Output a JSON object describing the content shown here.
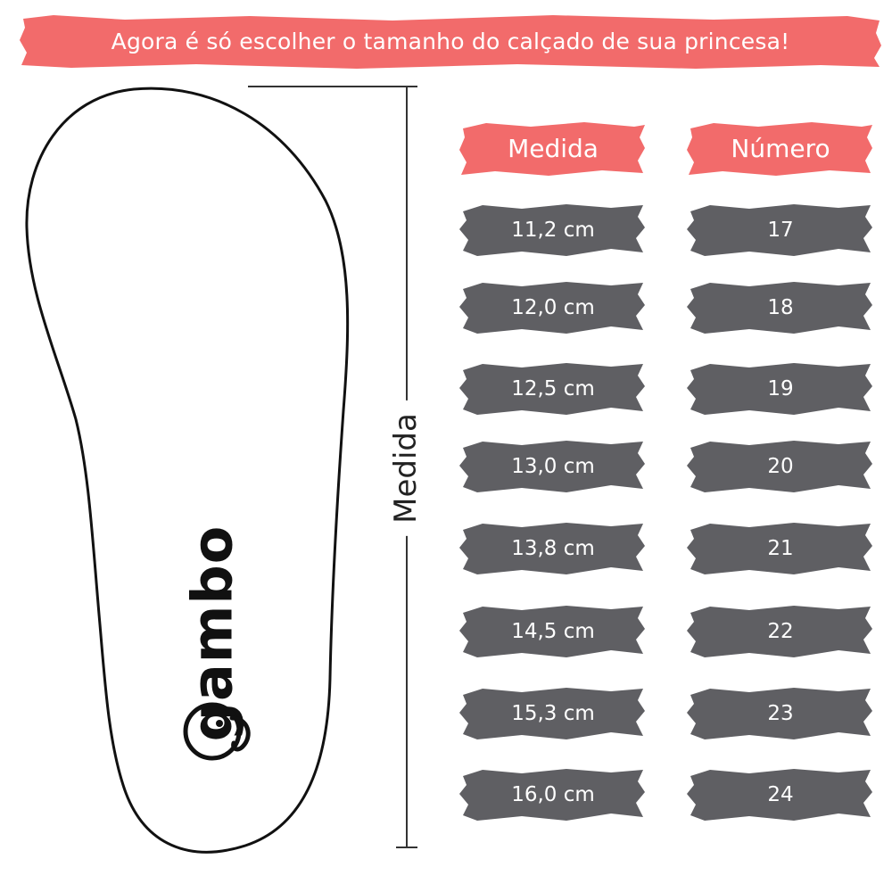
{
  "header": {
    "banner_text": "Agora é só escolher o tamanho do calçado de sua princesa!"
  },
  "diagram": {
    "measure_label": "Medida",
    "brand_logo_text": "gambo"
  },
  "size_table": {
    "columns": [
      "Medida",
      "Número"
    ],
    "rows": [
      {
        "medida": "11,2 cm",
        "numero": "17"
      },
      {
        "medida": "12,0 cm",
        "numero": "18"
      },
      {
        "medida": "12,5 cm",
        "numero": "19"
      },
      {
        "medida": "13,0 cm",
        "numero": "20"
      },
      {
        "medida": "13,8 cm",
        "numero": "21"
      },
      {
        "medida": "14,5 cm",
        "numero": "22"
      },
      {
        "medida": "15,3 cm",
        "numero": "23"
      },
      {
        "medida": "16,0 cm",
        "numero": "24"
      }
    ]
  },
  "colors": {
    "accent_coral": "#f26b6b",
    "cell_gray": "#5f5f63",
    "text_white": "#ffffff",
    "outline": "#111111"
  }
}
